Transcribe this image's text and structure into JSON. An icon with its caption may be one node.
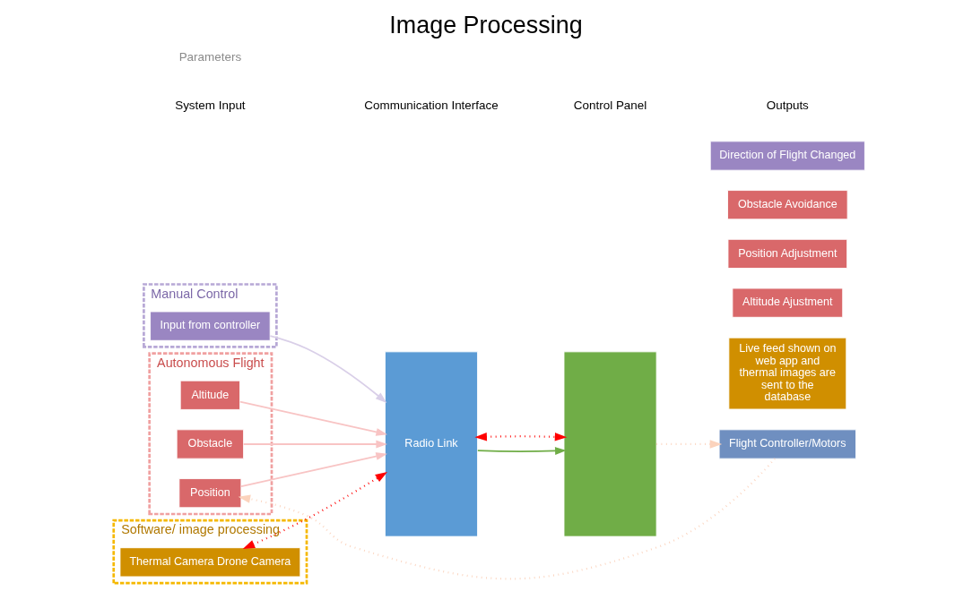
{
  "diagram": {
    "title": "Image Processing",
    "nodes": [
      {
        "text": [
          "Manual Control"
        ]
      },
      {
        "text": [
          "Input from controller"
        ],
        "in": 0
      },
      {
        "text": [
          "Autonomous Flight"
        ]
      },
      {
        "text": [
          "Altitude"
        ],
        "in": 2
      },
      {
        "text": [
          "Obstacle"
        ],
        "in": 2
      },
      {
        "text": [
          "Position"
        ],
        "in": 2
      },
      {
        "text": [
          "Radio Link"
        ]
      },
      {
        "text": [],
        "shape": "box"
      },
      {
        "text": [
          "Live feed shown on web app and thermal images are sent to the database"
        ]
      },
      {
        "text": [
          "Altitude Ajustment"
        ]
      },
      {
        "text": [
          "Position Adjustment"
        ]
      },
      {
        "text": [
          "Obstacle Avoidance"
        ]
      },
      {
        "text": [
          "Direction of Flight Changed"
        ]
      },
      {
        "text": [
          "Flight Controller/Motors"
        ]
      },
      {
        "text": [
          "Software/ image processing"
        ]
      },
      {
        "text": [
          "Thermal Camera Drone Camera"
        ],
        "in": 14
      }
    ],
    "edges": [
      {
        "from": 1,
        "to": 6,
        "arrow": "to",
        "color": "#d9cfe8"
      },
      {
        "from": 3,
        "to": 6,
        "arrow": "to"
      },
      {
        "from": 4,
        "to": 6,
        "arrow": "to"
      },
      {
        "from": 5,
        "to": 6,
        "arrow": "to"
      },
      {
        "from": 6,
        "to": 7,
        "arrow": "to",
        "color": "#70ad47"
      },
      {
        "from": 6,
        "to": 7,
        "arrow": "both",
        "style": "dashed",
        "color": "#ff0000"
      },
      {
        "from": 7,
        "to": 13,
        "arrow": "to",
        "style": "dashed",
        "color": "#fbd3bd"
      },
      {
        "from": 13,
        "to": 5,
        "arrow": "to",
        "style": "dashed",
        "color": "#fbd3bd"
      },
      {
        "from": 15,
        "to": 6,
        "arrow": "both",
        "style": "dashed",
        "color": "#ff0000"
      }
    ],
    "labels": [
      "System Input",
      "Parameters",
      "Communication Interface",
      "Control Panel",
      "Outputs"
    ]
  }
}
